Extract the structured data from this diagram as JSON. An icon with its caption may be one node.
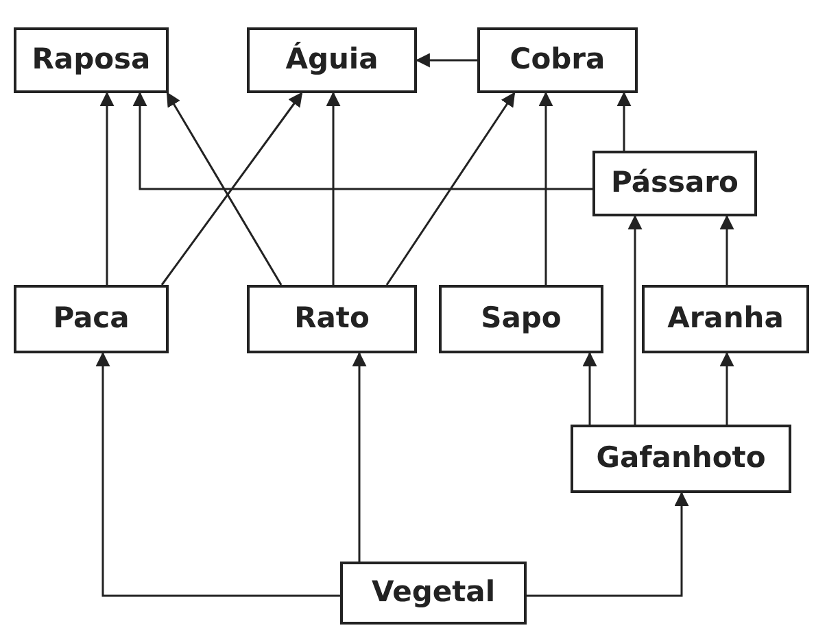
{
  "diagram": {
    "nodes": [
      {
        "text": [
          "Raposa"
        ]
      },
      {
        "text": [
          "Águia"
        ]
      },
      {
        "text": [
          "Cobra"
        ]
      },
      {
        "text": [
          "Pássaro"
        ]
      },
      {
        "text": [
          "Paca"
        ]
      },
      {
        "text": [
          "Rato"
        ]
      },
      {
        "text": [
          "Sapo"
        ]
      },
      {
        "text": [
          "Aranha"
        ]
      },
      {
        "text": [
          "Gafanhoto"
        ]
      },
      {
        "text": [
          "Vegetal"
        ]
      }
    ],
    "edges": [
      {
        "from": 4,
        "to": 0,
        "arrow": "to"
      },
      {
        "from": 4,
        "to": 1,
        "arrow": "to"
      },
      {
        "from": 5,
        "to": 0,
        "arrow": "to"
      },
      {
        "from": 5,
        "to": 1,
        "arrow": "to"
      },
      {
        "from": 5,
        "to": 2,
        "arrow": "to"
      },
      {
        "from": 6,
        "to": 2,
        "arrow": "to"
      },
      {
        "from": 2,
        "to": 1,
        "arrow": "to"
      },
      {
        "from": 3,
        "to": 2,
        "arrow": "to"
      },
      {
        "from": 3,
        "to": 0,
        "arrow": "to"
      },
      {
        "from": 7,
        "to": 3,
        "arrow": "to"
      },
      {
        "from": 8,
        "to": 3,
        "arrow": "to"
      },
      {
        "from": 8,
        "to": 6,
        "arrow": "to"
      },
      {
        "from": 8,
        "to": 7,
        "arrow": "to"
      },
      {
        "from": 9,
        "to": 4,
        "arrow": "to"
      },
      {
        "from": 9,
        "to": 5,
        "arrow": "to"
      },
      {
        "from": 9,
        "to": 8,
        "arrow": "to"
      }
    ]
  }
}
